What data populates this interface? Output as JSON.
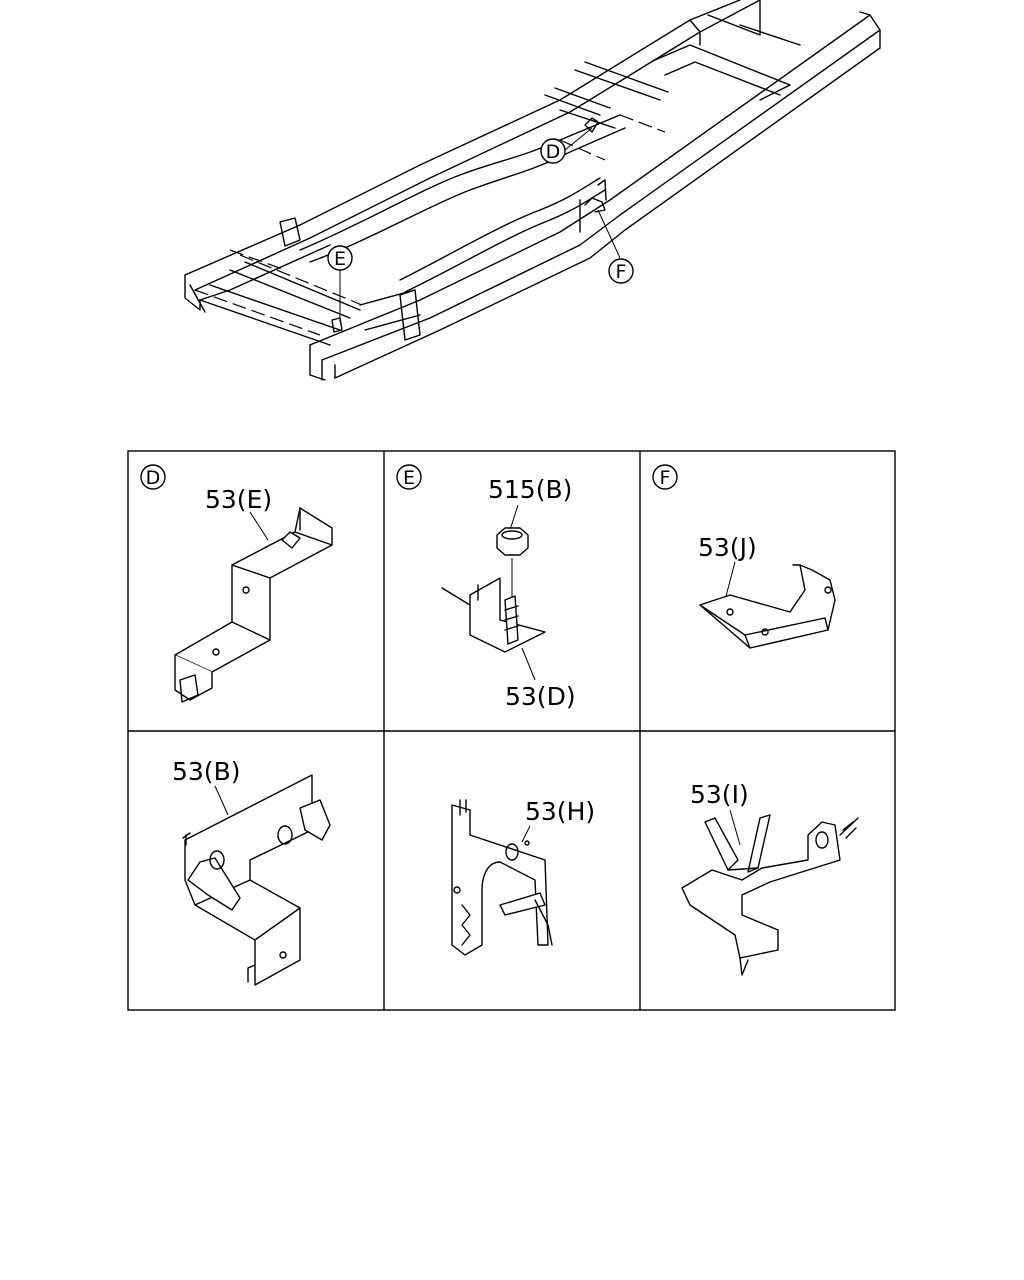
{
  "overview": {
    "callouts": [
      {
        "id": "D",
        "text": "D"
      },
      {
        "id": "E",
        "text": "E"
      },
      {
        "id": "F",
        "text": "F"
      }
    ]
  },
  "panels": [
    {
      "key": "D",
      "letter": "D",
      "parts": [
        "53(E)"
      ]
    },
    {
      "key": "E",
      "letter": "E",
      "parts": [
        "515(B)",
        "53(D)"
      ]
    },
    {
      "key": "F",
      "letter": "F",
      "parts": [
        "53(J)"
      ]
    },
    {
      "key": "B",
      "letter": "",
      "parts": [
        "53(B)"
      ]
    },
    {
      "key": "H",
      "letter": "",
      "parts": [
        "53(H)"
      ]
    },
    {
      "key": "I",
      "letter": "",
      "parts": [
        "53(I)"
      ]
    }
  ]
}
